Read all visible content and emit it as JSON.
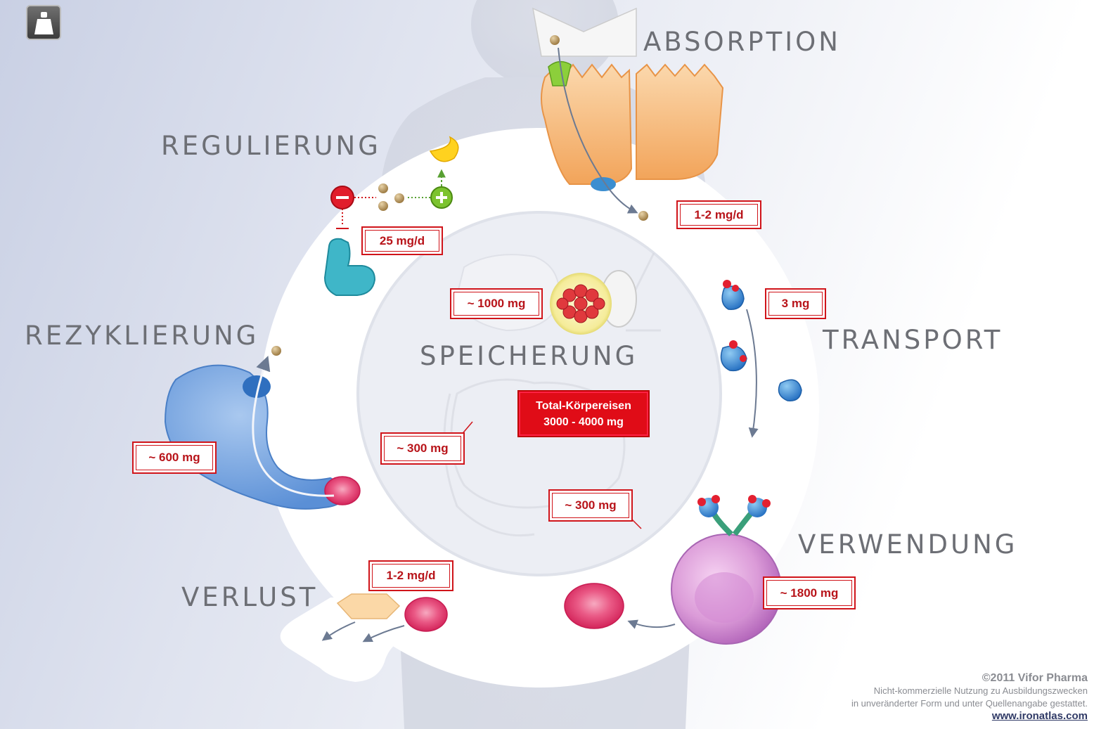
{
  "sections": {
    "absorption": "ABSORPTION",
    "regulierung": "REGULIERUNG",
    "rezyklierung": "REZYKLIERUNG",
    "transport": "TRANSPORT",
    "speicherung": "SPEICHERUNG",
    "verwendung": "VERWENDUNG",
    "verlust": "VERLUST"
  },
  "values": {
    "absorption": "1-2 mg/d",
    "regulierung": "25 mg/d",
    "transport": "3 mg",
    "liver": "~ 1000 mg",
    "rezyklierung": "~ 600 mg",
    "storage_left": "~ 300 mg",
    "storage_right": "~ 300 mg",
    "verwendung": "~ 1800 mg",
    "verlust": "1-2 mg/d"
  },
  "total": {
    "line1": "Total-Körpereisen",
    "line2": "3000 - 4000 mg"
  },
  "footer": {
    "copyright": "©2011 Vifor Pharma",
    "line2": "Nicht-kommerzielle Nutzung zu Ausbildungszwecken",
    "line3": "in unveränderter Form und unter Quellenangabe gestattet.",
    "url": "www.ironatlas.com"
  },
  "colors": {
    "value_border": "#d0141a",
    "total_fill": "#e00c17",
    "label_grey": "#6d6f75"
  },
  "icons": {
    "info": "info-weight-icon"
  }
}
